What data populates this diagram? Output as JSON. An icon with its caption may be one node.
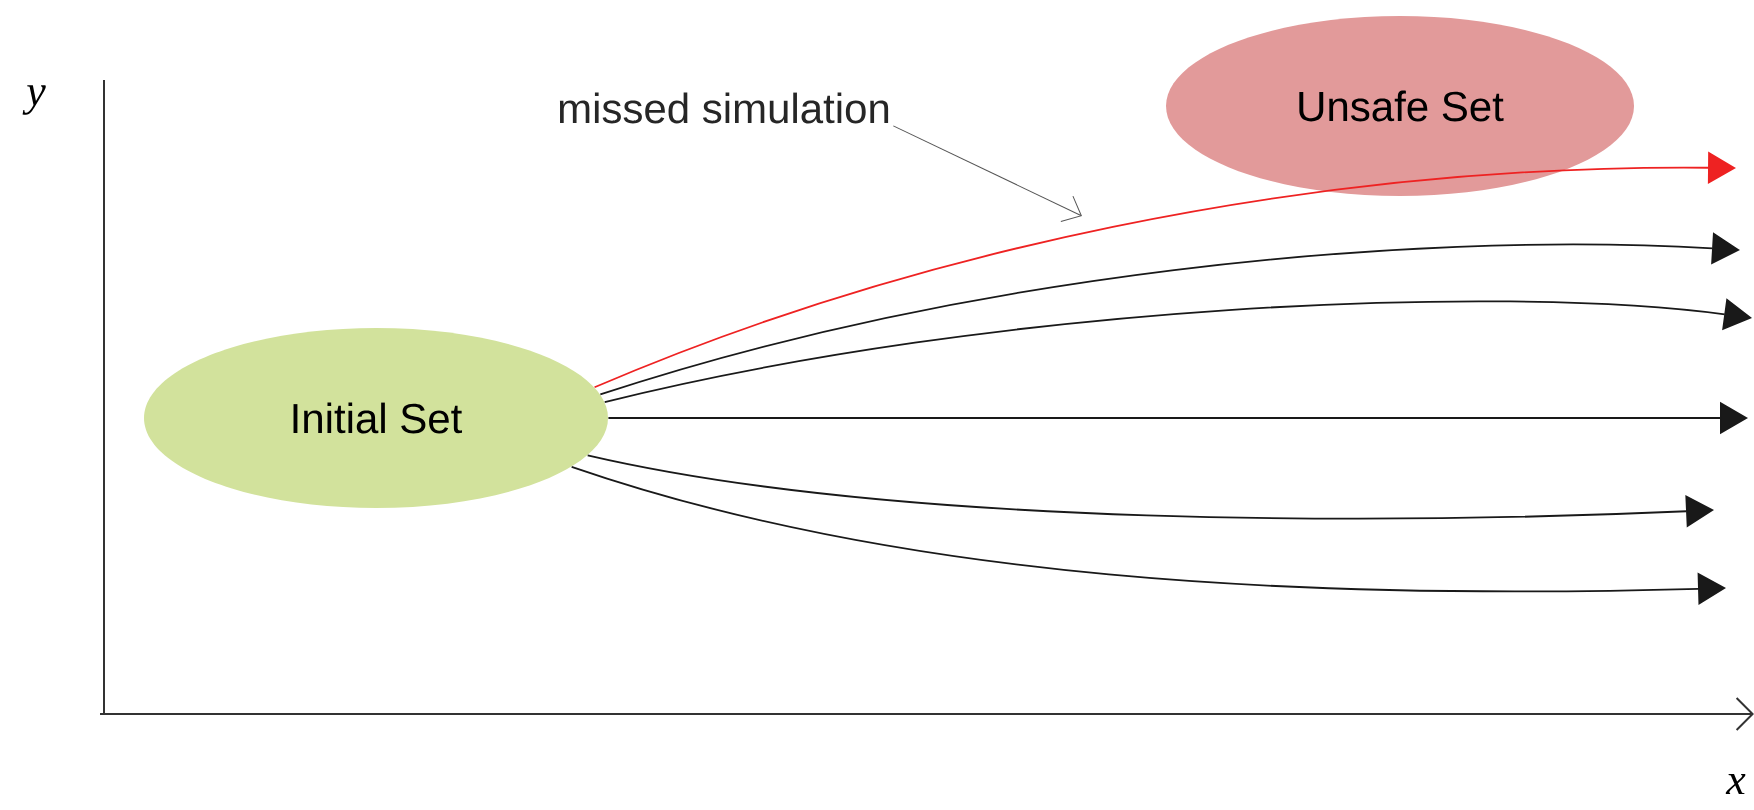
{
  "diagram": {
    "nodes": [
      {
        "text": [
          "Initial Set"
        ]
      },
      {
        "text": [
          "Unsafe Set"
        ]
      },
      {
        "text": [
          "missed simulation"
        ]
      }
    ],
    "edges": [
      {
        "from": 0,
        "to": null,
        "arrow": "to",
        "color": "#ee2222"
      },
      {
        "from": 0,
        "to": null,
        "arrow": "to"
      },
      {
        "from": 0,
        "to": null,
        "arrow": "to"
      },
      {
        "from": 0,
        "to": null,
        "arrow": "to"
      },
      {
        "from": 0,
        "to": null,
        "arrow": "to"
      },
      {
        "from": 0,
        "to": null,
        "arrow": "to"
      },
      {
        "from": 2,
        "to": null,
        "arrow": "to",
        "color": "#555555"
      }
    ],
    "labels": [
      "y",
      "x"
    ]
  }
}
